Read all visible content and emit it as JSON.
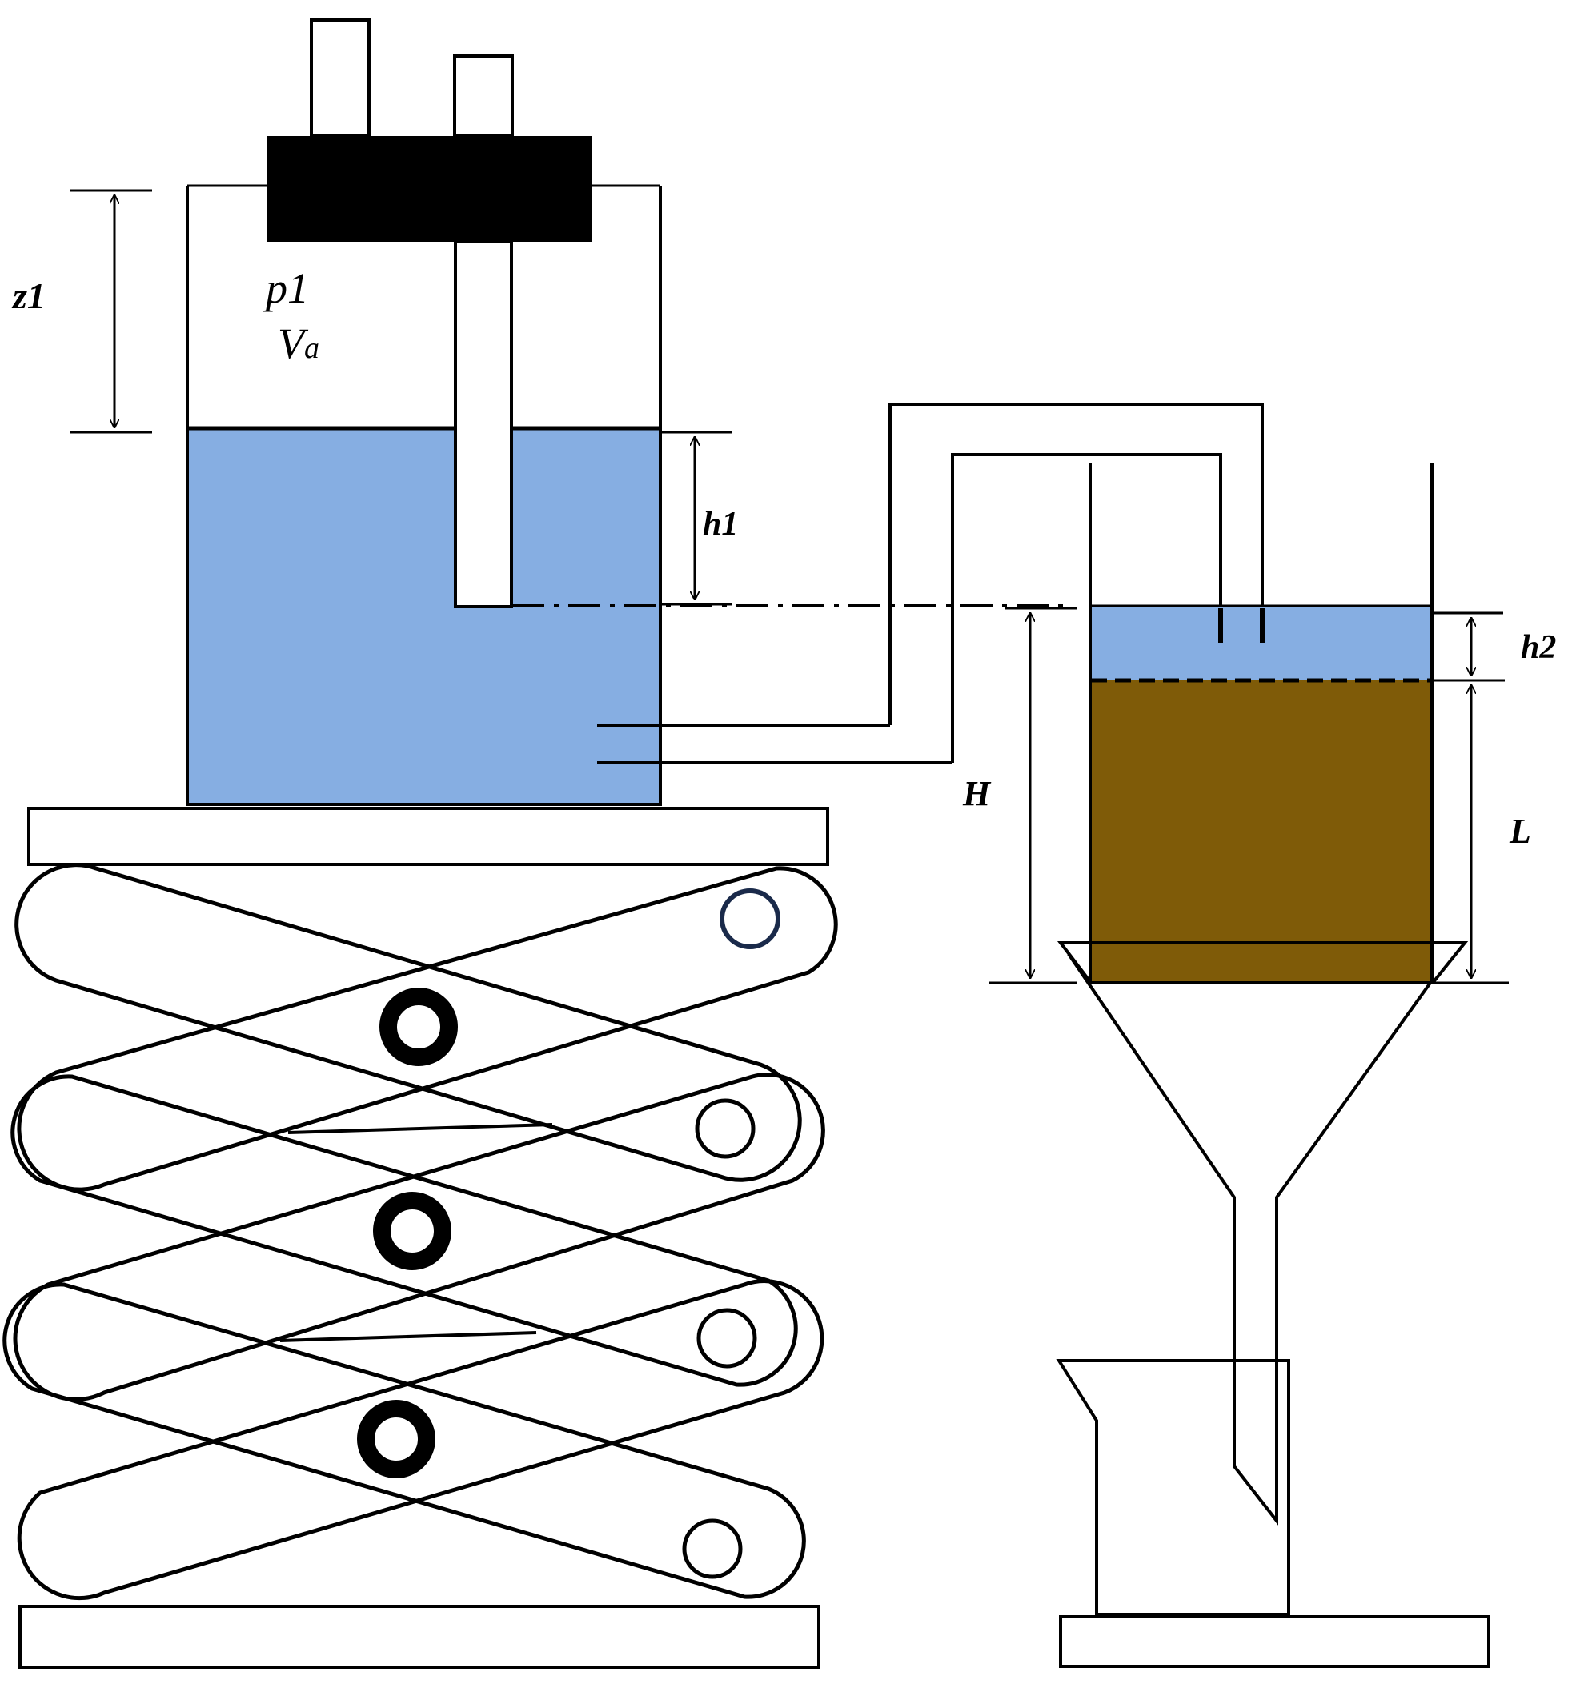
{
  "labels": {
    "z1": "z1",
    "p1": "p1",
    "va_main": "V",
    "va_sub": "a",
    "h1": "h1",
    "h2": "h2",
    "H": "H",
    "L": "L"
  },
  "colors": {
    "water": "#86AEE2",
    "soil": "#7F5B08",
    "stroke": "#000000",
    "stopper": "#000000",
    "background": "#FFFFFF"
  }
}
